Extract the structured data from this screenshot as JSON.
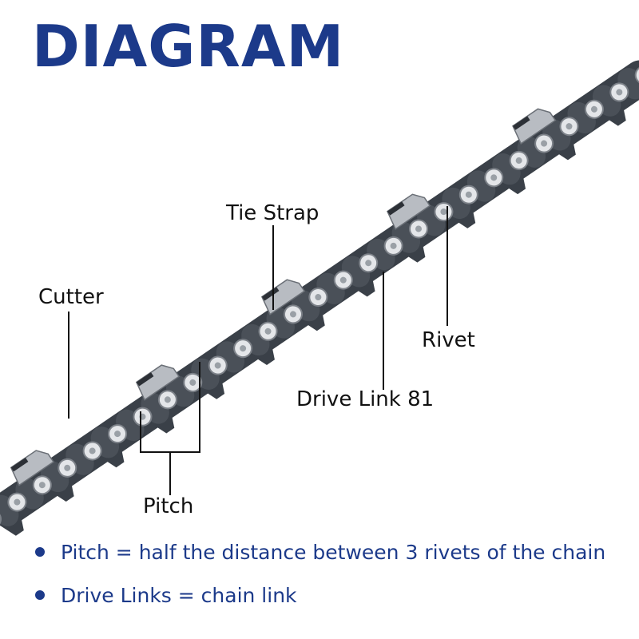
{
  "title": "DIAGRAM",
  "colors": {
    "title": "#1c3a8a",
    "link_dark": "#3a4048",
    "link_steel": "#b8bcc2",
    "leader": "#111111"
  },
  "labels": {
    "tie_strap": "Tie Strap",
    "cutter": "Cutter",
    "rivet": "Rivet",
    "drive_link": "Drive Link 81",
    "pitch": "Pitch"
  },
  "notes": [
    "Pitch = half the distance between 3 rivets of the chain",
    "Drive Links = chain link"
  ]
}
